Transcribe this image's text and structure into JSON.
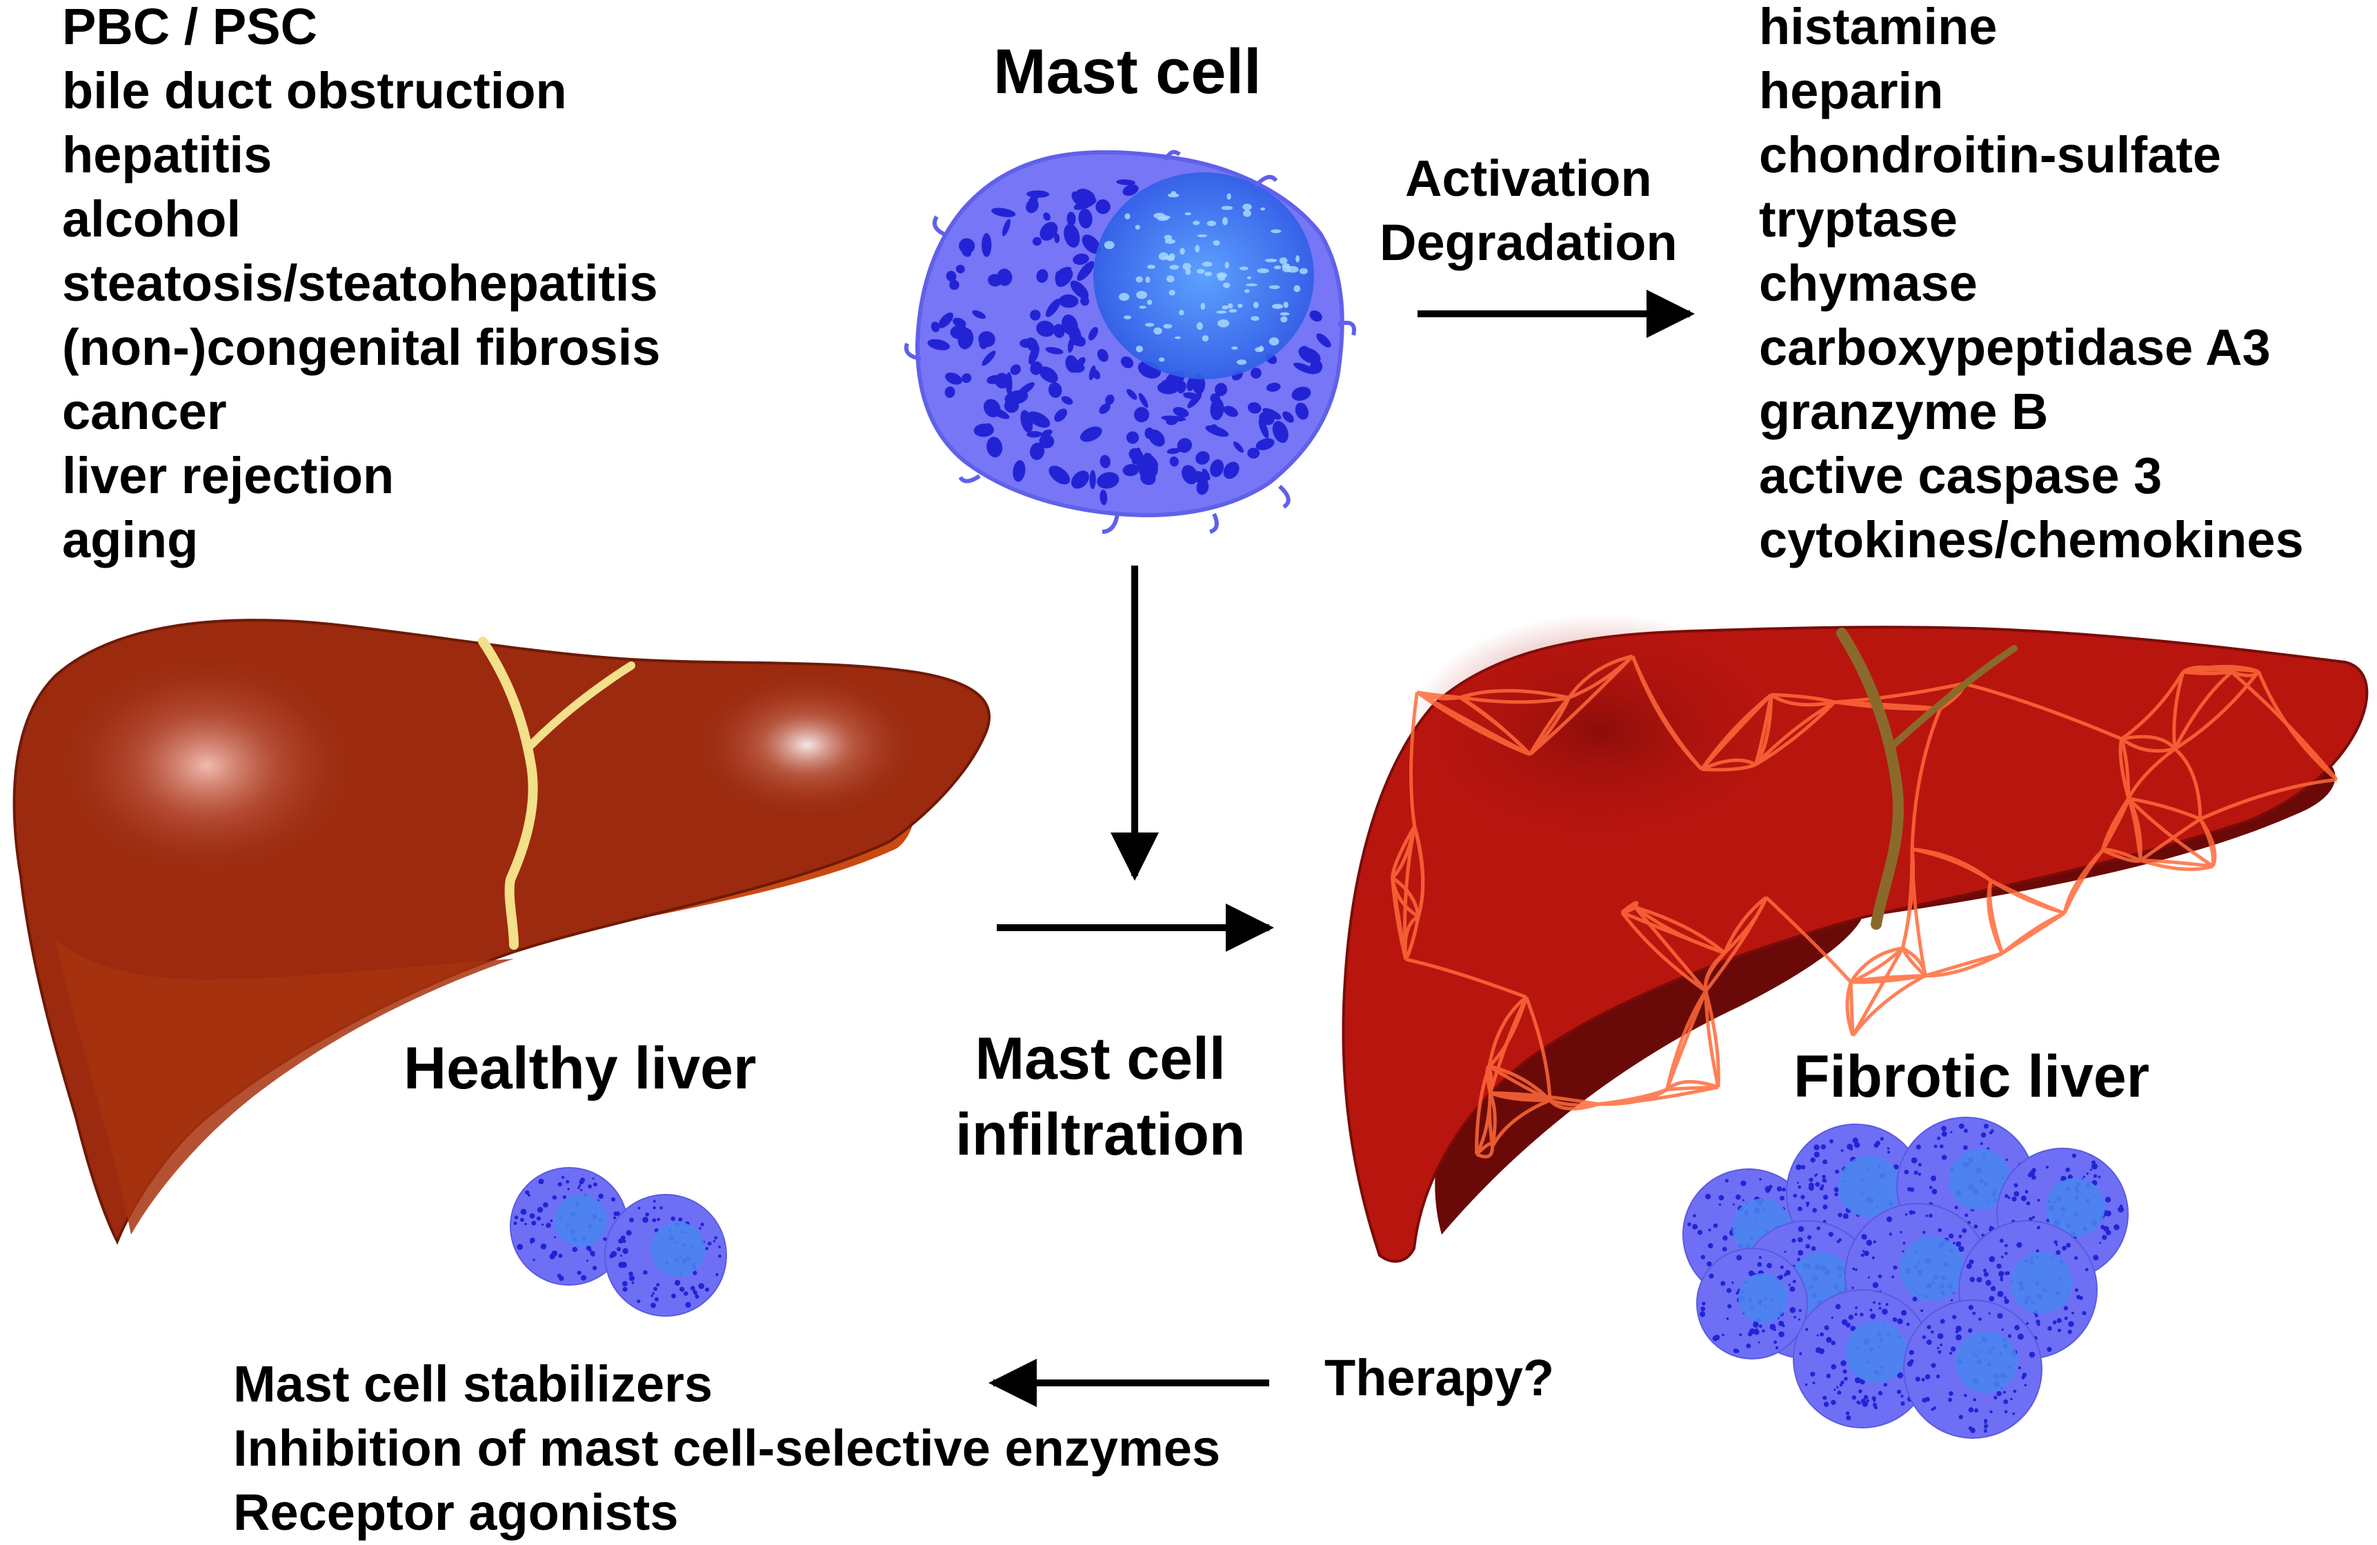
{
  "causes": [
    "PBC / PSC",
    "bile duct obstruction",
    "hepatitis",
    "alcohol",
    "steatosis/steatohepatitis",
    "(non-)congenital fibrosis",
    "cancer",
    "liver rejection",
    "aging"
  ],
  "mast_cell_title": "Mast cell",
  "activation_label": {
    "line1": "Activation",
    "line2": "Degradation"
  },
  "mediators": [
    "histamine",
    "heparin",
    "chondroitin-sulfate",
    "tryptase",
    "chymase",
    "carboxypeptidase A3",
    "granzyme B",
    "active caspase 3",
    "cytokines/chemokines"
  ],
  "healthy_liver_label": "Healthy liver",
  "fibrotic_liver_label": "Fibrotic liver",
  "infiltration_label": {
    "line1": "Mast cell",
    "line2": "infiltration"
  },
  "therapy_question": "Therapy?",
  "therapies": [
    "Mast cell stabilizers",
    "Inhibition of mast cell-selective enzymes",
    "Receptor agonists"
  ],
  "colors": {
    "mast_cell_body": "#6f6ff5",
    "mast_cell_granule": "#2323d6",
    "mast_cell_nucleus": "#3f7df0",
    "healthy_liver": "#9c2a0e",
    "healthy_liver_underside": "#c84a12",
    "gallbladder_duct": "#f3e08a",
    "fibrotic_liver": "#b8150f",
    "fibrotic_liver_dark": "#6a0a08",
    "fibrosis_septa": "#ff6a3a"
  }
}
